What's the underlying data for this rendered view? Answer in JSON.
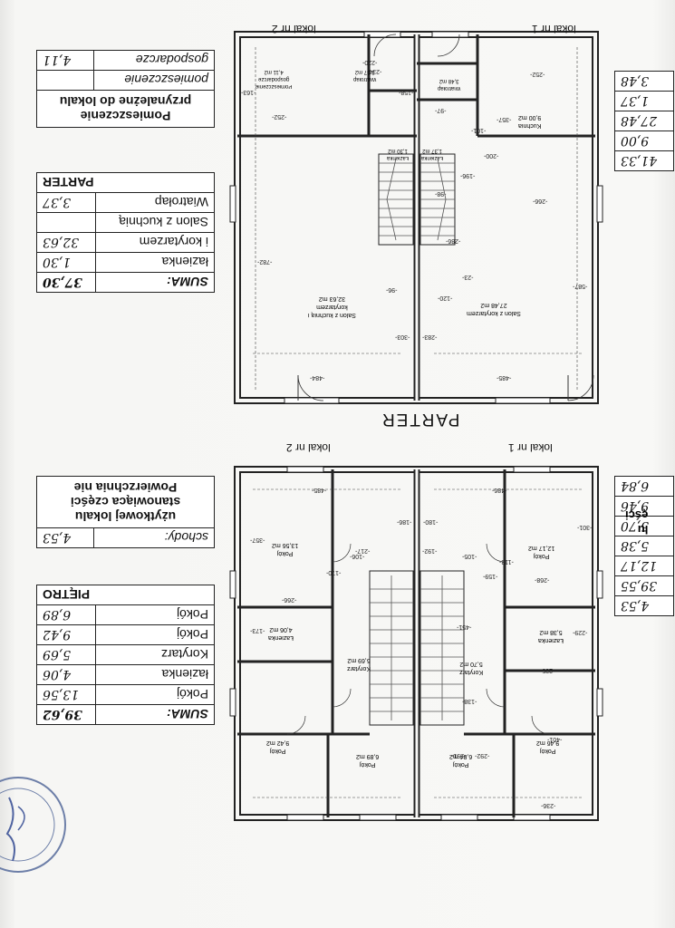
{
  "ground": {
    "section_title": "PARTER",
    "unit1_label": "lokal nr 1",
    "unit2_label": "lokal nr 2",
    "rooms_unit1": {
      "kitchen": {
        "name": "Kuchnia",
        "area": "9,00 m2"
      },
      "windbreak": {
        "name": "Wiatrołap",
        "area": "3,48 m2"
      },
      "bath": {
        "name": "Łazienka",
        "area": "1,37 m2"
      },
      "living_line1": "Salon z korytarzem",
      "living_area": "27,48 m2"
    },
    "rooms_unit2": {
      "utility_line1": "Pomieszczenie",
      "utility_line2": "gospodarcze",
      "utility_area": "4,11 m2",
      "windbreak": {
        "name": "Wiatrołap",
        "area": "3,37 m2"
      },
      "bath": {
        "name": "Łazienka",
        "area": "1,30 m2"
      },
      "living_line1": "Salon z kuchnią i",
      "living_line2": "korytarzem",
      "living_area": "32,63 m2"
    },
    "dims": [
      "-252-",
      "-357-",
      "-266-",
      "-587-",
      "-485-",
      "-200-",
      "-196-",
      "-286-",
      "-23-",
      "-120-",
      "-283-",
      "-303-",
      "-96-",
      "-782-",
      "-484-",
      "-252-",
      "-163-",
      "-158-",
      "-220-",
      "-234-",
      "-101-",
      "-97-",
      "-98-"
    ]
  },
  "upper": {
    "unit1_label": "lokal nr 1",
    "unit2_label": "lokal nr 2",
    "rooms_unit1": {
      "room_a": {
        "name": "Pokój",
        "area": "12,17 m2"
      },
      "bath": {
        "name": "Łazienka",
        "area": "5,38 m2"
      },
      "corridor": {
        "name": "Korytarz",
        "area": "5,70 m2"
      },
      "room_b": {
        "name": "Pokój",
        "area": "9,46 m2"
      },
      "room_c": {
        "name": "Pokój",
        "area": "6,84 m2"
      }
    },
    "rooms_unit2": {
      "room_a": {
        "name": "Pokój",
        "area": "13,56 m2"
      },
      "bath": {
        "name": "Łazienka",
        "area": "4,06 m2"
      },
      "corridor": {
        "name": "Korytarz",
        "area": "5,69 m2"
      },
      "room_b": {
        "name": "Pokój",
        "area": "9,42 m2"
      },
      "room_c": {
        "name": "Pokój",
        "area": "6,89 m2"
      }
    },
    "dims": [
      "-486-",
      "-485-",
      "-301-",
      "-180-",
      "-186-",
      "-357-",
      "-170-",
      "-192-",
      "-217-",
      "-105-",
      "-106-",
      "-113-",
      "-159-",
      "-268-",
      "-266-",
      "-235-",
      "-229-",
      "-451-",
      "-401-",
      "-292-",
      "-291-",
      "-236-",
      "-138-",
      "-173-"
    ]
  },
  "tables": {
    "parter": {
      "header": "PARTER",
      "rows": [
        {
          "label": "Wiatrołap",
          "value": "3,37"
        },
        {
          "label": "Salon z kuchnią",
          "value": ""
        },
        {
          "label": "i korytarzem",
          "value": "32,63"
        },
        {
          "label": "łazienka",
          "value": "1,30"
        },
        {
          "label": "SUMA:",
          "value": "37,30"
        }
      ]
    },
    "przynalezne": {
      "title_line1": "Pomieszczenie",
      "title_line2": "przynależne do lokalu",
      "rows": [
        {
          "label": "pomieszczenie",
          "value": ""
        },
        {
          "label": "gospodarcze",
          "value": "4,11"
        }
      ]
    },
    "pietro": {
      "header": "PIĘTRO",
      "rows": [
        {
          "label": "Pokój",
          "value": "6,89"
        },
        {
          "label": "Pokój",
          "value": "9,42"
        },
        {
          "label": "Korytarz",
          "value": "5,69"
        },
        {
          "label": "łazienka",
          "value": "4,06"
        },
        {
          "label": "Pokój",
          "value": "13,56"
        },
        {
          "label": "SUMA:",
          "value": "39,62"
        }
      ]
    },
    "nieuzytkowa": {
      "title_line1": "Powierzchnia nie",
      "title_line2": "stanowiąca części",
      "title_line3": "użytkowej lokalu",
      "rows": [
        {
          "label": "schody:",
          "value": "4,53"
        }
      ]
    },
    "right_cut_top": [
      "41,33",
      "9,00",
      "27,48",
      "1,37",
      "3,48"
    ],
    "right_cut_bottom": [
      "4,53",
      "39,55",
      "12,17",
      "5,38",
      "5,70",
      "9,46",
      "6,84"
    ],
    "right_cut_text": [
      "ęści",
      "lu"
    ]
  },
  "colors": {
    "line": "#222222",
    "paper": "#f7f7f5",
    "stamp": "#6d7fa8"
  }
}
